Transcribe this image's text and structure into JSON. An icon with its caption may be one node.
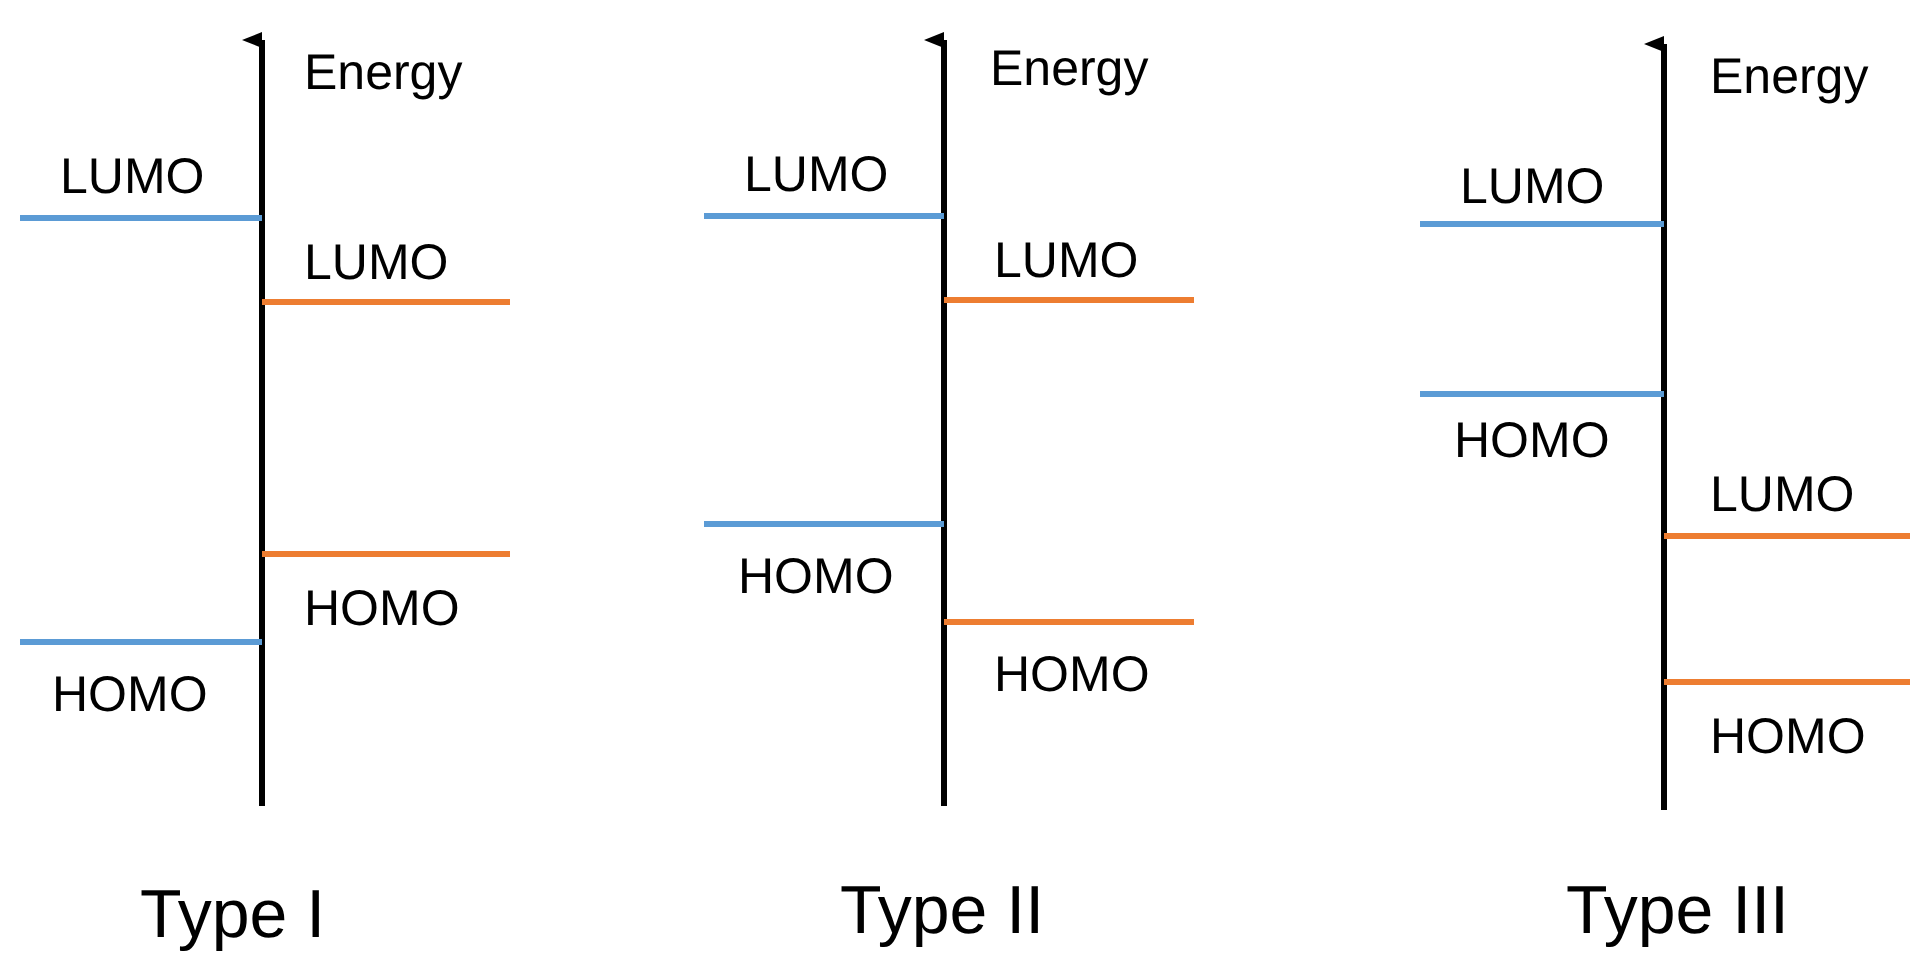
{
  "diagram": {
    "labels": [
      "Energy",
      "LUMO",
      "LUMO",
      "HOMO",
      "HOMO",
      "Type I",
      "Energy",
      "LUMO",
      "LUMO",
      "HOMO",
      "HOMO",
      "Type II",
      "Energy",
      "LUMO",
      "HOMO",
      "LUMO",
      "HOMO",
      "Type III"
    ]
  }
}
